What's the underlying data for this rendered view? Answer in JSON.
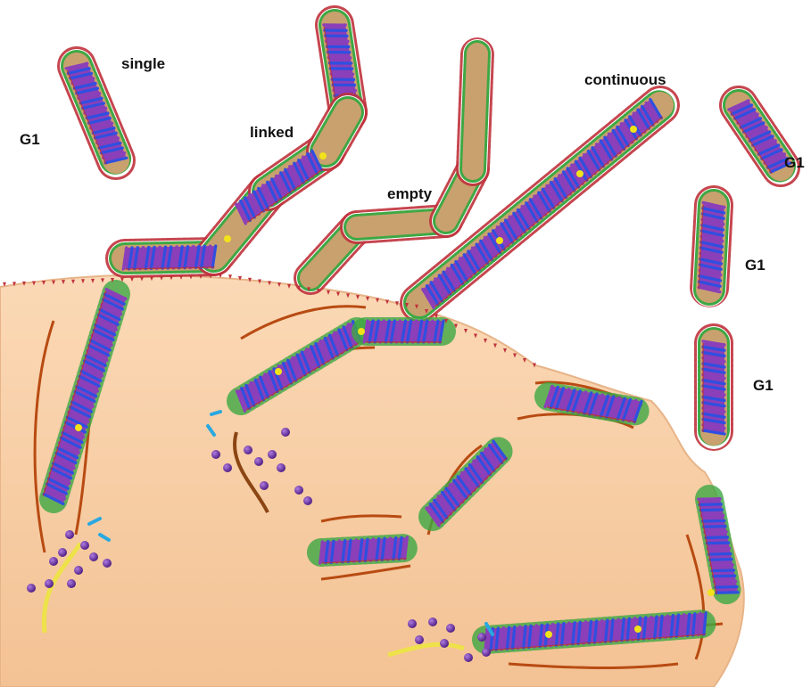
{
  "labels": {
    "single": "single",
    "linked": "linked",
    "empty": "empty",
    "continuous": "continuous",
    "g1_left": "G1",
    "g1_right_top": "G1",
    "g1_right_mid": "G1",
    "g1_right_low": "G1"
  },
  "colors": {
    "cell": "#f7cfa6",
    "cell_shade": "#eab88a",
    "envelope": "#c9a16e",
    "spike": "#c0323c",
    "matrix_dot": "#3ea844",
    "coil_blue": "#2f4fe0",
    "coil_purple": "#8b3fb8",
    "coil_red": "#c42a22",
    "linker_yellow": "#f2e21a",
    "membrane": "#b84b12",
    "rna_brown": "#8b4513",
    "rna_yellow": "#eee24a",
    "protein_purple": "#6b2aa8",
    "vesicle_cyan": "#2aa8e0"
  },
  "icons": [
    "virion-segment-icon",
    "spike-icon",
    "rna-strand-icon",
    "protein-dot-icon"
  ]
}
